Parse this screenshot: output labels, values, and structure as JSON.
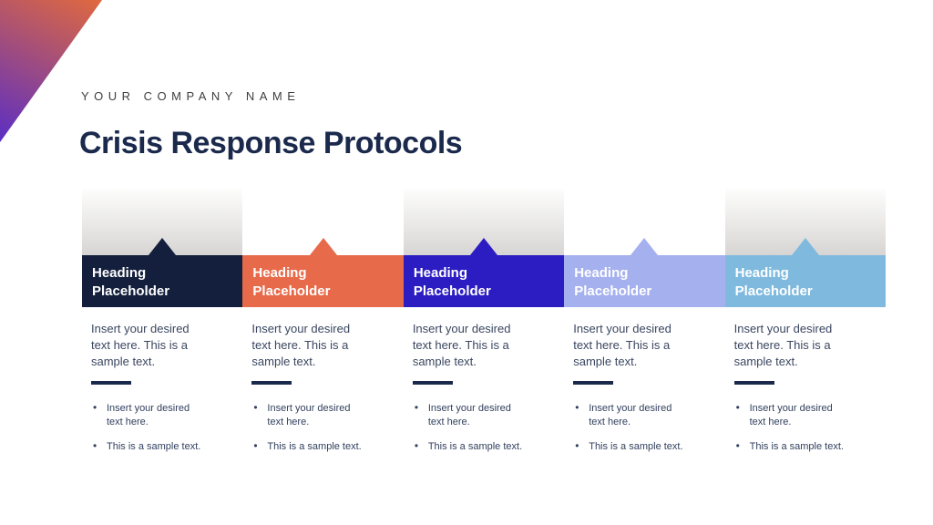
{
  "slide": {
    "company_name": "YOUR COMPANY NAME",
    "title": "Crisis Response Protocols"
  },
  "colors": {
    "corner_gradient_start": "#e0693e",
    "corner_gradient_end": "#5b2ec4",
    "title_text": "#1b2a4c",
    "divider": "#1b2a4c",
    "gray_top_start": "#fdfdfc",
    "gray_top_end": "#d7d5d3"
  },
  "columns": [
    {
      "heading": "Heading Placeholder",
      "color": "#131f3c",
      "gray_top": true,
      "body": "Insert your desired text here. This is a sample text.",
      "bullets": [
        "Insert your desired text here.",
        "This is a sample text."
      ]
    },
    {
      "heading": "Heading Placeholder",
      "color": "#e76a4b",
      "gray_top": false,
      "body": "Insert your desired text here. This is a sample text.",
      "bullets": [
        "Insert your desired text here.",
        "This is a sample text."
      ]
    },
    {
      "heading": "Heading Placeholder",
      "color": "#2c1dc3",
      "gray_top": true,
      "body": "Insert your desired text here. This is a sample text.",
      "bullets": [
        "Insert your desired text here.",
        "This is a sample text."
      ]
    },
    {
      "heading": "Heading Placeholder",
      "color": "#a5b0ee",
      "gray_top": false,
      "body": "Insert your desired text here. This is a sample text.",
      "bullets": [
        "Insert your desired text here.",
        "This is a sample text."
      ]
    },
    {
      "heading": "Heading Placeholder",
      "color": "#7fbade",
      "gray_top": true,
      "body": "Insert your desired text here. This is a sample text.",
      "bullets": [
        "Insert your desired text here.",
        "This is a sample text."
      ]
    }
  ]
}
